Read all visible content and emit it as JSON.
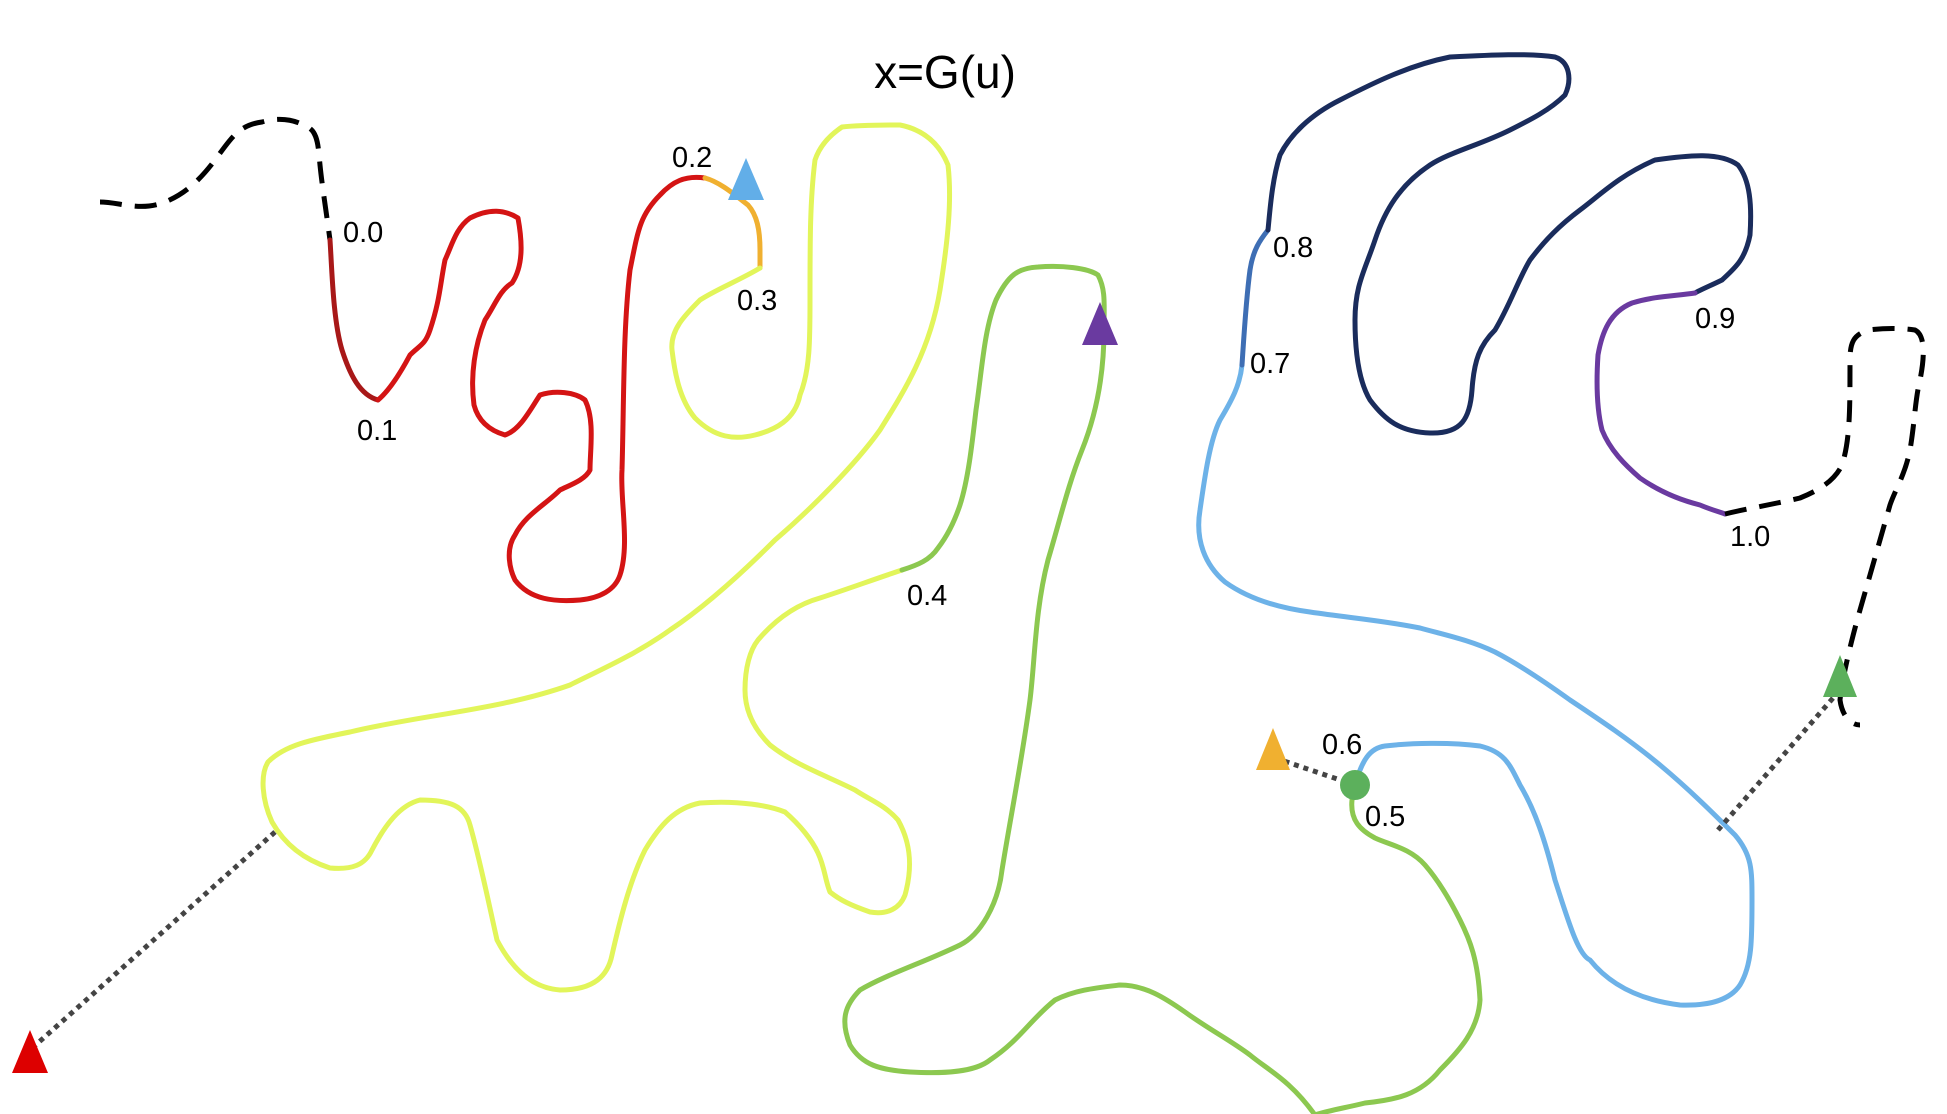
{
  "title": "x=G(u)",
  "parameter_labels": [
    "0.0",
    "0.1",
    "0.2",
    "0.3",
    "0.4",
    "0.5",
    "0.6",
    "0.7",
    "0.8",
    "0.9",
    "1.0"
  ],
  "colors": {
    "segment_0_0_to_0_1": "#a81818",
    "segment_0_1_to_0_2": "#d41414",
    "segment_0_2_to_0_3": "#f0b030",
    "segment_0_3_to_0_4": "#e2f55a",
    "segment_0_4_to_0_5": "#8cc850",
    "segment_0_5_to_0_6": "#6db2e8",
    "segment_0_7_to_0_8": "#3e6eb4",
    "segment_0_8_to_0_9": "#1a2c5c",
    "segment_0_9_to_1_0": "#6a3aa0",
    "extension": "#000000",
    "projection": "#444444",
    "marker_red": "#dd0000",
    "marker_blue": "#62aee8",
    "marker_purple": "#6a3aa0",
    "marker_orange": "#f0b030",
    "marker_green": "#5cb05c",
    "point_green": "#5cb05c"
  }
}
